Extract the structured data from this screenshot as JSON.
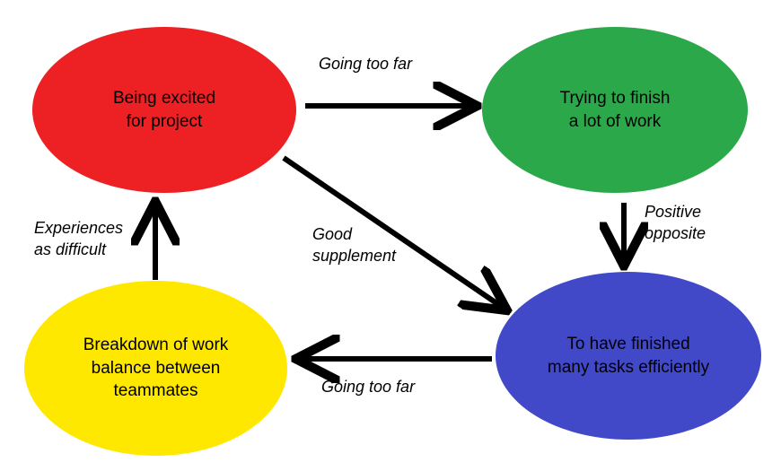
{
  "diagram": {
    "title": "Project work cycle diagram",
    "background": "#FFFFFF",
    "stroke": "#000000",
    "nodes": [
      {
        "id": "excited",
        "label": "Being excited\nfor project",
        "color": "#ED2024",
        "shape": "ellipse"
      },
      {
        "id": "finish",
        "label": "Trying to finish\na lot of work",
        "color": "#2BA84A",
        "shape": "ellipse"
      },
      {
        "id": "breakdown",
        "label": "Breakdown of work\nbalance between\nteammates",
        "color": "#FFE800",
        "shape": "ellipse"
      },
      {
        "id": "efficient",
        "label": "To have finished\nmany tasks efficiently",
        "color": "#4149C8",
        "shape": "ellipse"
      }
    ],
    "edges": [
      {
        "id": "excited-to-finish",
        "from": "excited",
        "to": "finish",
        "label": "Going too far",
        "direction": "right"
      },
      {
        "id": "finish-to-efficient",
        "from": "finish",
        "to": "efficient",
        "label": "Positive\nopposite",
        "direction": "down"
      },
      {
        "id": "excited-to-efficient",
        "from": "excited",
        "to": "efficient",
        "label": "Good\nsupplement",
        "direction": "diagonal-down-right"
      },
      {
        "id": "efficient-to-breakdown",
        "from": "efficient",
        "to": "breakdown",
        "label": "Going too far",
        "direction": "left"
      },
      {
        "id": "breakdown-to-excited",
        "from": "breakdown",
        "to": "excited",
        "label": "Experiences\nas difficult",
        "direction": "up"
      }
    ]
  }
}
